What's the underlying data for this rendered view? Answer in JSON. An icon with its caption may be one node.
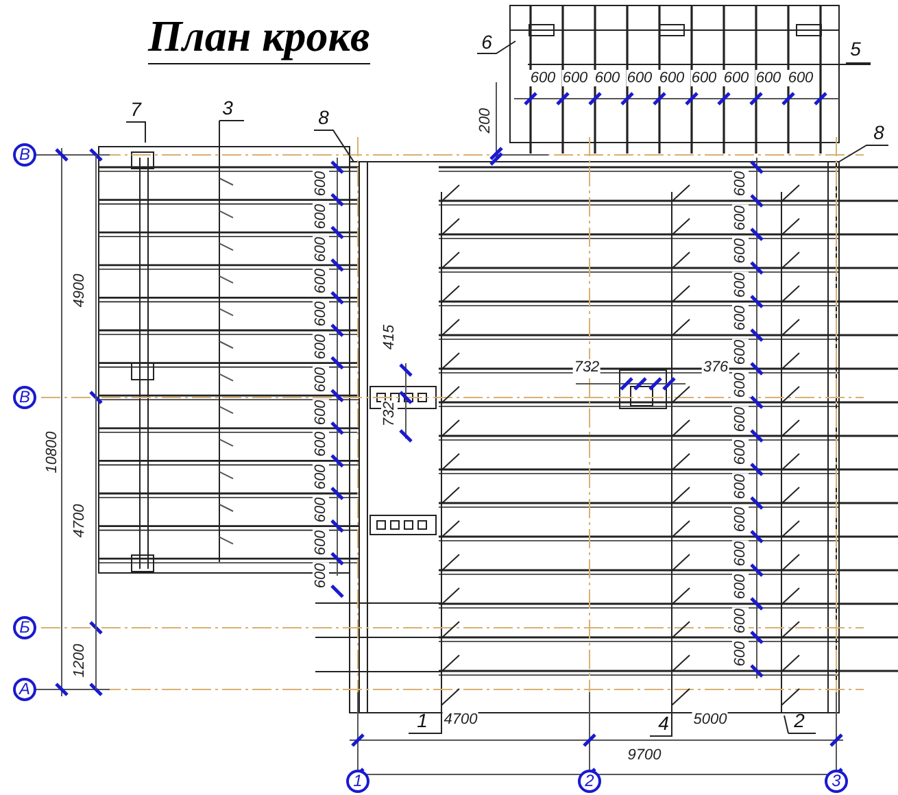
{
  "diagram": {
    "title": "План крокв",
    "nodes": [
      {
        "text": [
          "7"
        ]
      },
      {
        "text": [
          "3"
        ]
      },
      {
        "text": [
          "8"
        ]
      },
      {
        "text": [
          "6"
        ]
      },
      {
        "text": [
          "5"
        ]
      },
      {
        "text": [
          "8"
        ]
      },
      {
        "text": [
          "1"
        ]
      },
      {
        "text": [
          "4"
        ]
      },
      {
        "text": [
          "2"
        ]
      },
      {
        "text": [
          "В"
        ]
      },
      {
        "text": [
          "В"
        ]
      },
      {
        "text": [
          "Б"
        ]
      },
      {
        "text": [
          "А"
        ]
      },
      {
        "text": [
          "1"
        ]
      },
      {
        "text": [
          "2"
        ]
      },
      {
        "text": [
          "3"
        ]
      }
    ],
    "edges": [
      {
        "from": 0,
        "to": null,
        "arrow": "none"
      },
      {
        "from": 1,
        "to": null,
        "arrow": "none"
      },
      {
        "from": 2,
        "to": null,
        "arrow": "none"
      },
      {
        "from": 3,
        "to": null,
        "arrow": "none"
      },
      {
        "from": 4,
        "to": null,
        "arrow": "none"
      },
      {
        "from": 5,
        "to": null,
        "arrow": "none"
      },
      {
        "from": 6,
        "to": null,
        "arrow": "none"
      },
      {
        "from": 7,
        "to": null,
        "arrow": "none"
      },
      {
        "from": 8,
        "to": null,
        "arrow": "none"
      }
    ],
    "labels": [
      "600",
      "600",
      "600",
      "600",
      "600",
      "600",
      "600",
      "600",
      "600",
      "200",
      "4900",
      "600",
      "600",
      "600",
      "600",
      "600",
      "600",
      "600",
      "600",
      "600",
      "600",
      "600",
      "600",
      "600",
      "415",
      "732",
      "10800",
      "732",
      "376",
      "600",
      "600",
      "600",
      "600",
      "600",
      "600",
      "600",
      "600",
      "600",
      "600",
      "600",
      "600",
      "600",
      "600",
      "600",
      "4700",
      "1200",
      "4700",
      "5000",
      "9700"
    ]
  }
}
